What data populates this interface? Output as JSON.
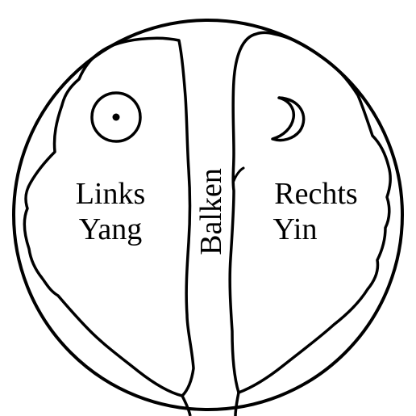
{
  "diagram": {
    "left_hemisphere": {
      "line1": "Links",
      "line2": "Yang",
      "symbol": "sun-icon"
    },
    "right_hemisphere": {
      "line1": "Rechts",
      "line2": "Yin",
      "symbol": "crescent-moon-icon"
    },
    "corpus_callosum": {
      "label": "Balken"
    }
  },
  "colors": {
    "stroke": "#000000",
    "background": "#ffffff"
  }
}
